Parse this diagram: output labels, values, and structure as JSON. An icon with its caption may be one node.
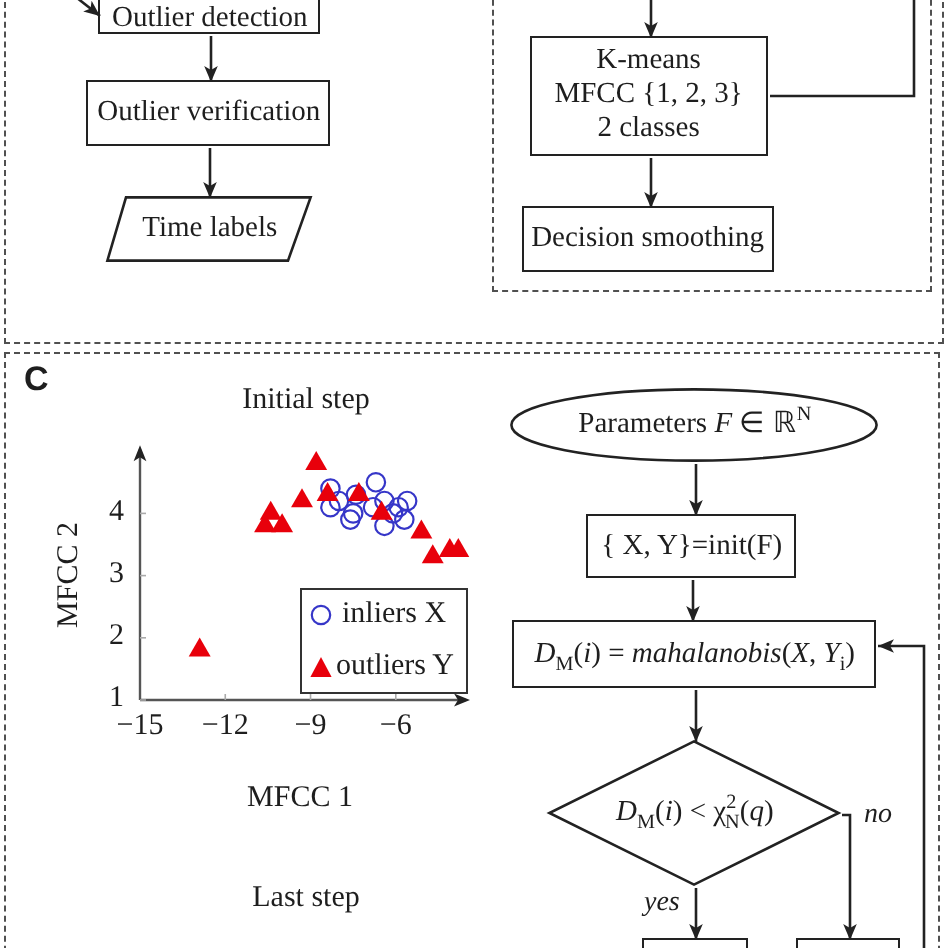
{
  "diagram": {
    "nodes": [
      {
        "text": [],
        "shape": "box"
      },
      {
        "text": [
          "Outlier detection"
        ],
        "in": 0
      },
      {
        "text": [
          "Outlier verification"
        ],
        "in": 0
      },
      {
        "text": [
          "Time labels"
        ],
        "in": 0
      },
      {
        "text": [],
        "shape": "box",
        "in": 0
      },
      {
        "text": [
          "K-means",
          "MFCC {1, 2, 3}",
          "2 classes"
        ],
        "in": 4
      },
      {
        "text": [
          "Decision smoothing"
        ],
        "in": 4
      },
      {
        "text": [
          "C"
        ]
      },
      {
        "text": [
          "Parameters *F* ∈ ℝ$^{N}$"
        ],
        "in": 7
      },
      {
        "text": [
          "{ X, Y}=init(F)"
        ],
        "in": 7
      },
      {
        "text": [
          "*D*$_{M}$(*i*) = *mahalanobis*(*X*, *Y*$_{i}$)"
        ],
        "in": 7
      },
      {
        "text": [
          "*D*$_{M}$(*i*) < χ$^{2}$$_{N}$(*q*)"
        ],
        "in": 7
      },
      {
        "text": [],
        "shape": "box",
        "in": 7
      },
      {
        "text": [],
        "shape": "box",
        "in": 7
      }
    ],
    "edges": [
      {
        "from": null,
        "to": 1,
        "arrow": "to"
      },
      {
        "from": 1,
        "to": 2,
        "arrow": "to"
      },
      {
        "from": 2,
        "to": 3,
        "arrow": "to"
      },
      {
        "from": null,
        "to": 5,
        "arrow": "to"
      },
      {
        "from": 5,
        "to": null,
        "arrow": "none"
      },
      {
        "from": 5,
        "to": 6,
        "arrow": "to"
      },
      {
        "from": 8,
        "to": 9,
        "arrow": "to"
      },
      {
        "from": 9,
        "to": 10,
        "arrow": "to"
      },
      {
        "from": 10,
        "to": 11,
        "arrow": "to"
      },
      {
        "from": 11,
        "to": 12,
        "arrow": "to",
        "label": "yes"
      },
      {
        "from": 11,
        "to": 13,
        "arrow": "to",
        "label": "no"
      },
      {
        "from": null,
        "to": 10,
        "arrow": "to"
      }
    ],
    "labels": [
      "Last step"
    ],
    "chart_data": {
      "type": "scatter",
      "title": "Initial step",
      "xlabel": "MFCC 1",
      "ylabel": "MFCC 2",
      "xlim": [
        -15,
        -3.6
      ],
      "ylim": [
        1,
        5
      ],
      "xticks": [
        {
          "value": -15,
          "label": "−15"
        },
        {
          "value": -12,
          "label": "−12"
        },
        {
          "value": -9,
          "label": "−9"
        },
        {
          "value": -6,
          "label": "−6"
        }
      ],
      "yticks": [
        1,
        2,
        3,
        4
      ],
      "legend": "lower right",
      "series": [
        {
          "name": "inliers X",
          "color": "#3636c8",
          "x": [
            -8.3,
            -8.3,
            -8.0,
            -7.5,
            -7.4,
            -6.7,
            -6.8,
            -6.4,
            -6.1,
            -6.4,
            -5.7,
            -5.6,
            -5.9,
            -7.6
          ],
          "values": [
            4.4,
            4.1,
            4.2,
            4.0,
            4.3,
            4.5,
            4.1,
            4.2,
            4.0,
            3.8,
            3.9,
            4.2,
            4.1,
            3.9
          ]
        },
        {
          "name": "outliers Y",
          "color": "#e8000b",
          "x": [
            -8.8,
            -8.4,
            -7.3,
            -9.3,
            -10.4,
            -10.6,
            -10.0,
            -6.5,
            -5.1,
            -4.7,
            -4.1,
            -3.8,
            -12.9
          ],
          "values": [
            4.8,
            4.3,
            4.3,
            4.2,
            4.0,
            3.8,
            3.8,
            4.0,
            3.7,
            3.3,
            3.4,
            3.4,
            1.8
          ]
        }
      ]
    }
  }
}
